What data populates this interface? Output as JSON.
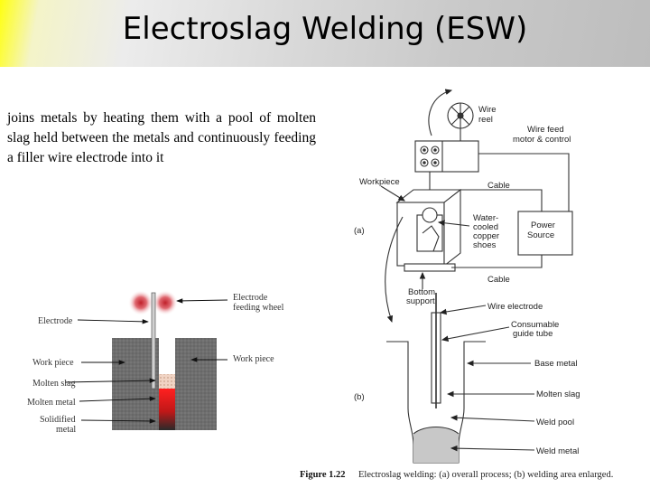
{
  "slide": {
    "title": "Electroslag Welding (ESW)",
    "description": "joins metals by heating them with a pool of molten slag held between the metals and continuously feeding a filler wire electrode into it"
  },
  "left_diagram": {
    "labels": {
      "electrode_feeding_wheel": [
        "Electrode",
        "feeding wheel"
      ],
      "electrode": "Electrode",
      "work_piece_left": "Work piece",
      "work_piece_right": "Work piece",
      "molten_slag": "Molten slag",
      "molten_metal": "Molten metal",
      "solidified_metal": [
        "Solidified",
        "metal"
      ]
    }
  },
  "right_diagram": {
    "labels": {
      "wire_reel": [
        "Wire",
        "reel"
      ],
      "wire_feed_motor": [
        "Wire feed",
        "motor & control"
      ],
      "workpiece": "Workpiece",
      "cable_top": "Cable",
      "panel_a": "(a)",
      "water_cooled_shoes": [
        "Water-",
        "cooled",
        "copper",
        "shoes"
      ],
      "power_source": [
        "Power",
        "Source"
      ],
      "cable_bottom": "Cable",
      "bottom_support": [
        "Bottom",
        "support"
      ],
      "wire_electrode": "Wire electrode",
      "consumable_guide_tube": [
        "Consumable",
        "guide tube"
      ],
      "base_metal": "Base metal",
      "panel_b": "(b)",
      "molten_slag": "Molten slag",
      "weld_pool": "Weld pool",
      "weld_metal": "Weld metal"
    },
    "caption": {
      "figure_number": "Figure 1.22",
      "text": "Electroslag welding: (a) overall process; (b) welding area enlarged."
    }
  }
}
